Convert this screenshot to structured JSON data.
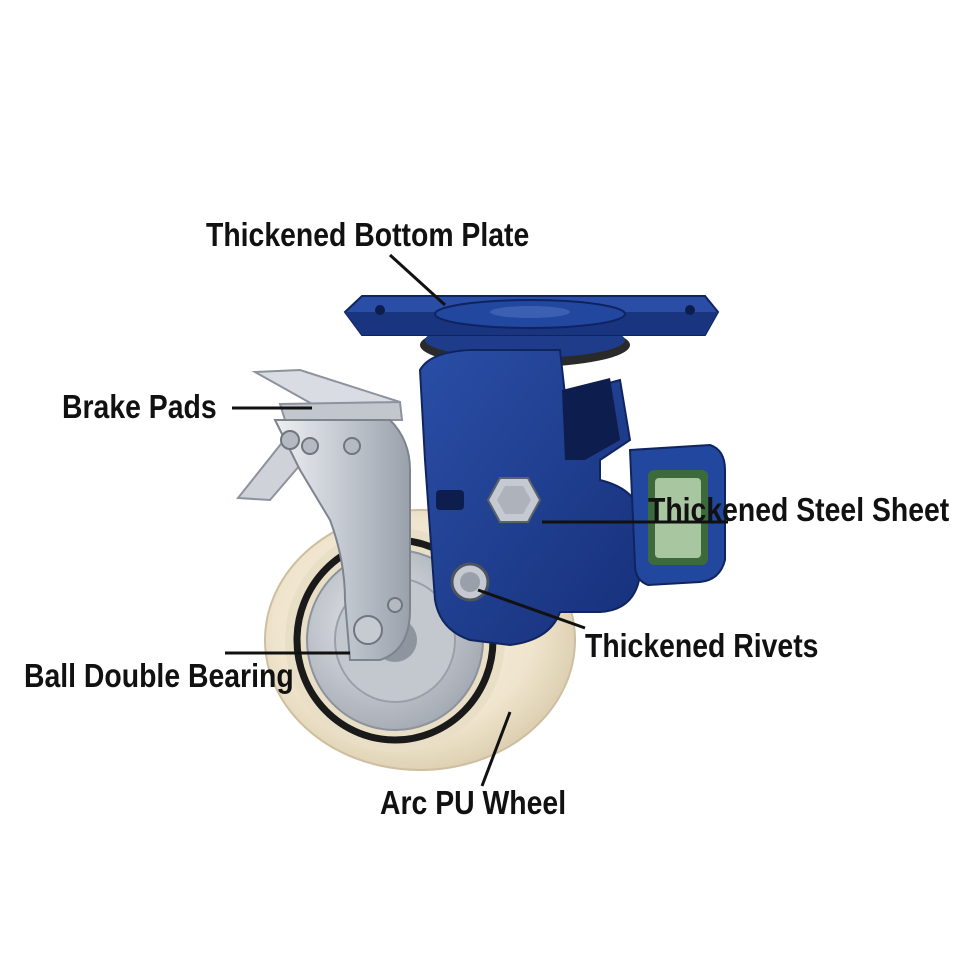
{
  "labels": {
    "bottom_plate": "Thickened Bottom Plate",
    "brake_pads": "Brake Pads",
    "steel_sheet": "Thickened Steel Sheet",
    "rivets": "Thickened Rivets",
    "bearing": "Ball Double Bearing",
    "wheel": "Arc PU Wheel"
  },
  "colors": {
    "frame_blue": "#1f3f8f",
    "frame_blue_dark": "#13296a",
    "wheel_cream": "#f3ead6",
    "brake_silver": "#c9ced6",
    "leader_line": "#111111"
  }
}
